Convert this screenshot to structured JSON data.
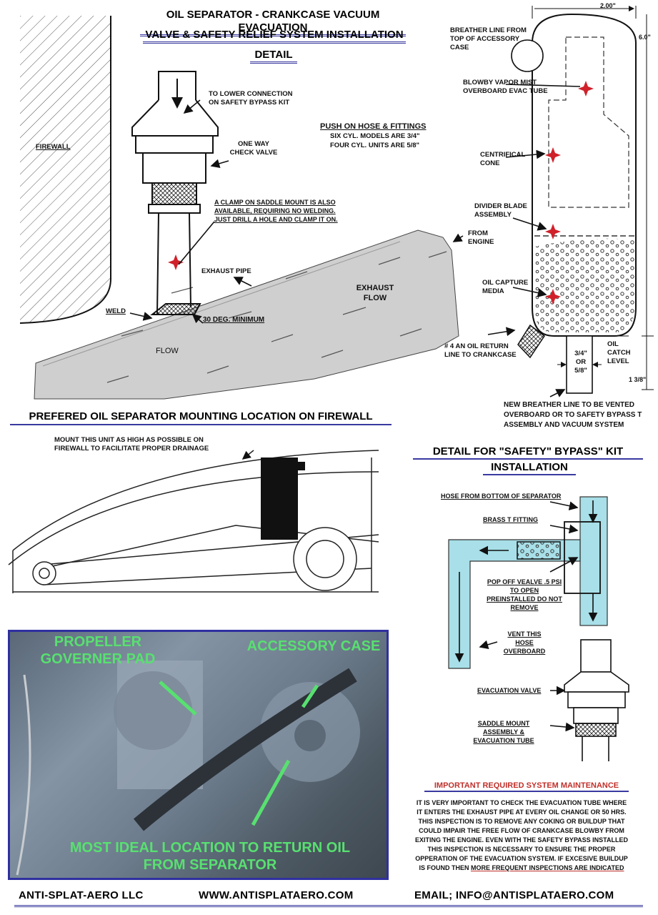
{
  "top": {
    "title_line1": "OIL SEPARATOR - CRANKCASE VACUUM EVACUATION",
    "title_line2": "VALVE   & SAFETY RELIEF SYSTEM  INSTALLATION",
    "title_line3": "DETAIL",
    "firewall": "FIREWALL",
    "to_lower": "TO LOWER CONNECTION ON SAFETY BYPASS KIT",
    "one_way": "ONE WAY CHECK VALVE",
    "push_on_title": "PUSH ON HOSE & FITTINGS",
    "push_on_six": "SIX CYL. MODELS ARE 3/4\"",
    "push_on_four": "FOUR CYL. UNITS ARE 5/8\"",
    "clamp_note": "A CLAMP ON SADDLE MOUNT IS ALSO AVAILABLE, REQUIRING NO WELDING. JUST DRILL A HOLE AND CLAMP IT ON.",
    "from_engine": "FROM ENGINE",
    "exhaust_pipe": "EXHAUST PIPE",
    "exhaust_flow": "EXHAUST FLOW",
    "weld": "WELD",
    "thirty_deg": "30 DEG. MINIMUM",
    "flow": "FLOW"
  },
  "separator": {
    "dim_width": "2.00\"",
    "dim_height": "6.0\"",
    "breather": "BREATHER LINE FROM TOP OF ACCESSORY CASE",
    "blowby": "BLOWBY VAPOR MIST OVERBOARD EVAC TUBE",
    "cone": "CENTRIFICAL CONE",
    "divider": "DIVIDER BLADE ASSEMBLY",
    "media": "OIL CAPTURE MEDIA",
    "return_line": "# 4 AN OIL RETURN LINE TO CRANKCASE",
    "size": "3/4\" OR 5/8\"",
    "catch": "OIL CATCH LEVEL",
    "dim_bottom": "1 3/8\"",
    "new_breather": "NEW BREATHER LINE TO BE VENTED OVERBOARD OR TO SAFETY BYPASS T ASSEMBLY AND VACUUM SYSTEM"
  },
  "mount": {
    "title": "PREFERED OIL SEPARATOR MOUNTING LOCATION ON FIREWALL",
    "note": "MOUNT THIS UNIT AS HIGH AS POSSIBLE ON FIREWALL TO FACILITATE PROPER DRAINAGE"
  },
  "bypass": {
    "title_line1": "DETAIL FOR  \"SAFETY\" BYPASS\" KIT",
    "title_line2": "INSTALLATION",
    "hose_from": "HOSE FROM BOTTOM OF SEPARATOR",
    "brass_t": "BRASS T FITTING",
    "pop_off": "POP OFF VEALVE .5 PSI TO OPEN PREINSTALLED DO NOT REMOVE",
    "vent_hose": "VENT THIS HOSE OVERBOARD",
    "evac_valve": "EVACUATION VALVE",
    "saddle": "SADDLE MOUNT ASSEMBLY & EVACUATION TUBE"
  },
  "photo": {
    "label_governor": "PROPELLER GOVERNER PAD",
    "label_accessory": "ACCESSORY CASE",
    "label_ideal": "MOST IDEAL LOCATION TO RETURN OIL FROM SEPARATOR"
  },
  "maintenance": {
    "title": "IMPORTANT REQUIRED SYSTEM MAINTENANCE",
    "lines": [
      "IT IS VERY IMPORTANT TO CHECK THE EVACUATION TUBE WHERE",
      "IT ENTERS THE EXHAUST PIPE AT EVERY OIL CHANGE OR 50 HRS.",
      "THIS INSPECTION IS TO REMOVE ANY COKING OR BUILDUP THAT",
      "COULD IMPAIR THE FREE FLOW OF CRANKCASE BLOWBY FROM",
      "EXITING THE ENGINE. EVEN WITH THE SAFETY BYPASS INSTALLED",
      "THIS INSPECTION IS NECESSARY TO ENSURE THE PROPER",
      "OPPERATION OF THE EVACUATION SYSTEM. IF EXCESIVE BUILDUP"
    ],
    "last_prefix": "IS FOUND THEN ",
    "last_emph": "MORE FREQUENT INSPECTIONS ARE INDICATED",
    "title_color": "#c0302a"
  },
  "footer": {
    "company": "ANTI-SPLAT-AERO LLC",
    "website": "WWW.ANTISPLATAERO.COM",
    "email": "EMAIL; INFO@ANTISPLATAERO.COM"
  },
  "colors": {
    "accent_line": "#3a3aa0",
    "marker_red": "#d0202a",
    "bypass_hose": "#a8dfe8",
    "photo_border": "#3030a0",
    "photo_text": "#58e070"
  }
}
